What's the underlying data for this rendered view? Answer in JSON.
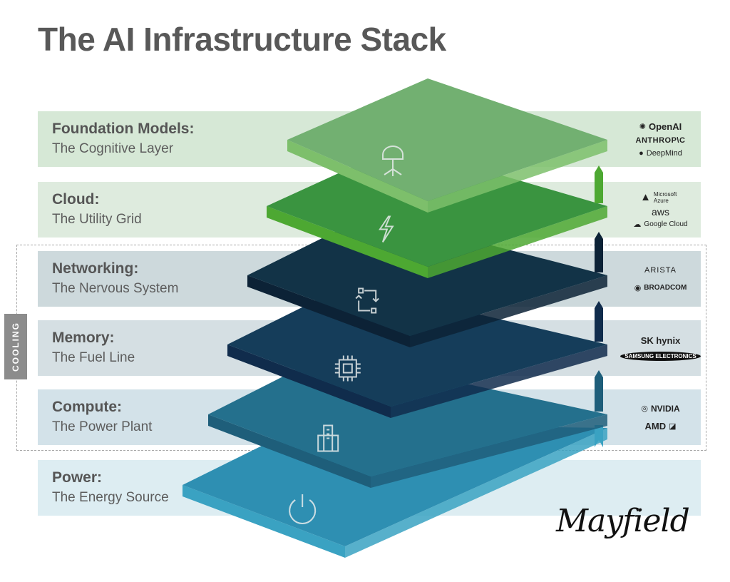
{
  "title": "The AI Infrastructure Stack",
  "cooling_label": "COOLING",
  "brand": "Mayfield",
  "layers": [
    {
      "name": "Foundation Models:",
      "desc": "The Cognitive Layer",
      "icon": "brain-circuit-icon",
      "band_color": "#d6e8d6",
      "top_color": "#72b071",
      "side_color": "#7dbf6b",
      "logos": [
        "OpenAI",
        "ANTHROP\\C",
        "DeepMind"
      ]
    },
    {
      "name": "Cloud:",
      "desc": "The Utility Grid",
      "icon": "lightning-icon",
      "band_color": "#deebde",
      "top_color": "#3a9440",
      "side_color": "#4da832",
      "logos": [
        "Microsoft Azure",
        "aws",
        "Google Cloud"
      ]
    },
    {
      "name": "Networking:",
      "desc": "The Nervous System",
      "icon": "network-arrows-icon",
      "band_color": "#cdd9dc",
      "top_color": "#123347",
      "side_color": "#0c2236",
      "logos": [
        "ARISTA",
        "BROADCOM"
      ]
    },
    {
      "name": "Memory:",
      "desc": "The Fuel Line",
      "icon": "chip-icon",
      "band_color": "#d5dfe3",
      "top_color": "#153d5a",
      "side_color": "#102c4c",
      "logos": [
        "SK hynix",
        "SAMSUNG ELECTRONICS"
      ]
    },
    {
      "name": "Compute:",
      "desc": "The Power Plant",
      "icon": "building-icon",
      "band_color": "#d3e2e9",
      "top_color": "#24708d",
      "side_color": "#1e5e7a",
      "logos": [
        "NVIDIA",
        "AMD"
      ]
    },
    {
      "name": "Power:",
      "desc": "The Energy Source",
      "icon": "power-icon",
      "band_color": "#ddedf2",
      "top_color": "#2e8fb2",
      "side_color": "#3aa2c2",
      "logos": []
    }
  ]
}
